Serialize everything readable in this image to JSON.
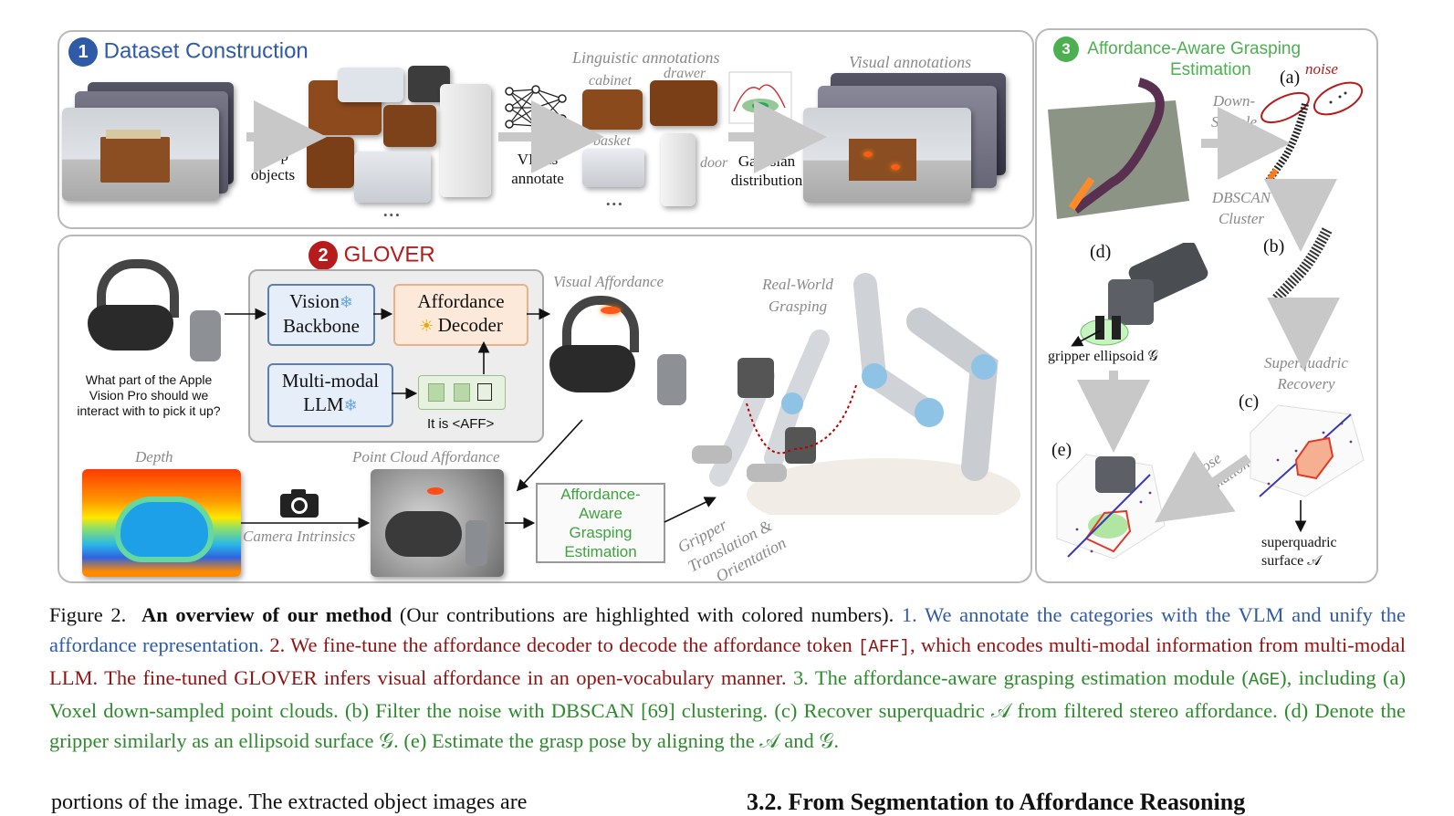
{
  "panel1": {
    "number": "1",
    "title": "Dataset Construction",
    "crop_label": [
      "Crop",
      "objects"
    ],
    "vlm_label": [
      "VLMs",
      "annotate"
    ],
    "linguistic": "Linguistic annotations",
    "cabinet": "cabinet",
    "drawer": "drawer",
    "basket": "basket",
    "door": "door",
    "gaussian": [
      "Gaussian",
      "distribution"
    ],
    "visual": "Visual annotations",
    "dots1": "•••",
    "dots2": "•••"
  },
  "panel2": {
    "number": "2",
    "title": "GLOVER",
    "question": [
      "What part of the Apple",
      "Vision Pro should we",
      "interact with to pick it up?"
    ],
    "vision_backbone": [
      "Vision",
      "Backbone"
    ],
    "affordance_decoder": [
      "Affordance",
      "Decoder"
    ],
    "llm": [
      "Multi-modal",
      "LLM"
    ],
    "it_is": "It is <AFF>",
    "visual_affordance": "Visual Affordance",
    "real_world": [
      "Real-World",
      "Grasping"
    ],
    "depth": "Depth",
    "camera_intrinsics": "Camera Intrinsics",
    "point_cloud": "Point Cloud Affordance",
    "age_box": [
      "Affordance-",
      "Aware",
      "Grasping",
      "Estimation"
    ],
    "gripper_label": [
      "Gripper",
      "Translation &",
      "Orientation"
    ]
  },
  "panel3": {
    "number": "3",
    "title": [
      "Affordance-Aware Grasping",
      "Estimation"
    ],
    "a": "(a)",
    "noise": "noise",
    "down_sample": [
      "Down-",
      "Sample"
    ],
    "dbscan": [
      "DBSCAN",
      "Cluster"
    ],
    "b": "(b)",
    "d": "(d)",
    "gripper_ellipsoid": "gripper ellipsoid 𝒢",
    "superquadric_recovery": [
      "Superquadric",
      "Recovery"
    ],
    "c": "(c)",
    "e": "(e)",
    "pose_estimation": [
      "Pose",
      "Estimation"
    ],
    "superquadric_surface": [
      "superquadric",
      "surface 𝒜"
    ]
  },
  "caption": {
    "fig": "Figure 2.",
    "bold": "An overview of our method",
    "plain": " (Our contributions are highlighted with colored numbers). ",
    "blue": "1. We annotate the categories with the VLM and unify the affordance representation. ",
    "red1": "2. We fine-tune the affordance decoder to decode the affordance token ",
    "red_mono": "[AFF]",
    "red2": ", which encodes multi-modal information from multi-modal LLM. The fine-tuned GLOVER infers visual affordance in an open-vocabulary manner. ",
    "green1": "3. The affordance-aware grasping estimation module (",
    "green_mono": "AGE",
    "green2": "), including (a) Voxel down-sampled point clouds. (b) Filter the noise with DBSCAN [69] clustering. (c) Recover superquadric 𝒜 from filtered stereo affordance. (d) Denote the gripper similarly as an ellipsoid surface 𝒢. (e) Estimate the grasp pose by aligning the 𝒜 and 𝒢."
  },
  "bottom": {
    "left": "portions of the image. The extracted object images are",
    "right": "3.2. From Segmentation to Affordance Reasoning"
  },
  "colors": {
    "blue": "#2e5aa8",
    "red": "#b71c1c",
    "green": "#4caf50",
    "border": "#b9b9b9"
  }
}
